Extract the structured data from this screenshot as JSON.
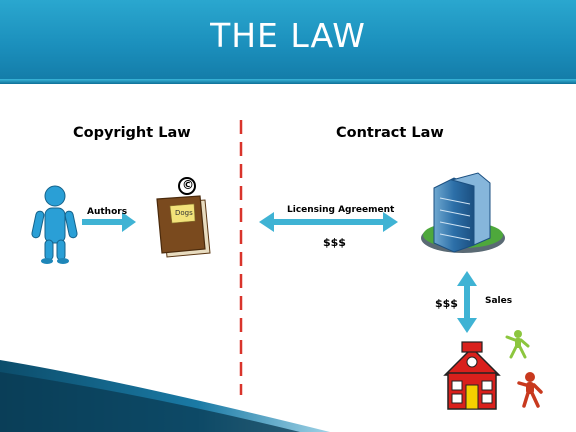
{
  "slide": {
    "title": "THE LAW",
    "left_heading": "Copyright Law",
    "right_heading": "Contract Law"
  },
  "labels": {
    "authors": "Authors",
    "book_label": "Dogs",
    "copyright_symbol": "©",
    "licensing": "Licensing Agreement",
    "money_license": "$$$",
    "money_sales": "$$$",
    "sales": "Sales"
  },
  "colors": {
    "header": "#1b8fbc",
    "arrow": "#3fb3d4",
    "divider": "#d9342b",
    "figure": "#2a9fd6",
    "book": "#7a4a1e",
    "school": "#d9201c"
  }
}
